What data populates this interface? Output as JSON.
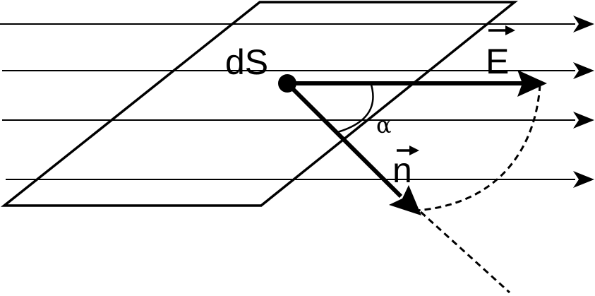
{
  "labels": {
    "area": "dS",
    "field": "E",
    "normal": "n",
    "angle": "α"
  },
  "colors": {
    "ink": "#000000",
    "background": "#ffffff"
  }
}
